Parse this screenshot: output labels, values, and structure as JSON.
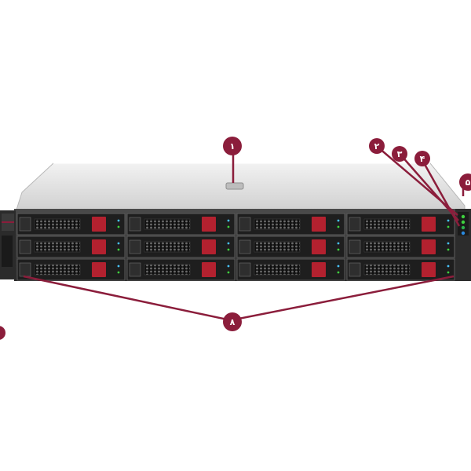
{
  "callouts": [
    {
      "id": "c1",
      "label": "۱"
    },
    {
      "id": "c2",
      "label": "۲"
    },
    {
      "id": "c3",
      "label": "۳"
    },
    {
      "id": "c4",
      "label": "۴"
    },
    {
      "id": "c5",
      "label": "۵"
    },
    {
      "id": "c8",
      "label": "۸"
    }
  ],
  "drive_bays": {
    "rows": 3,
    "columns": 4,
    "count": 12
  },
  "colors": {
    "accent": "#8b1d3b",
    "chassis_top": "#dcdcdc",
    "front_panel": "#3a3a3a",
    "drive_tray": "#1e1e1e",
    "drive_latch": "#b3212f"
  }
}
